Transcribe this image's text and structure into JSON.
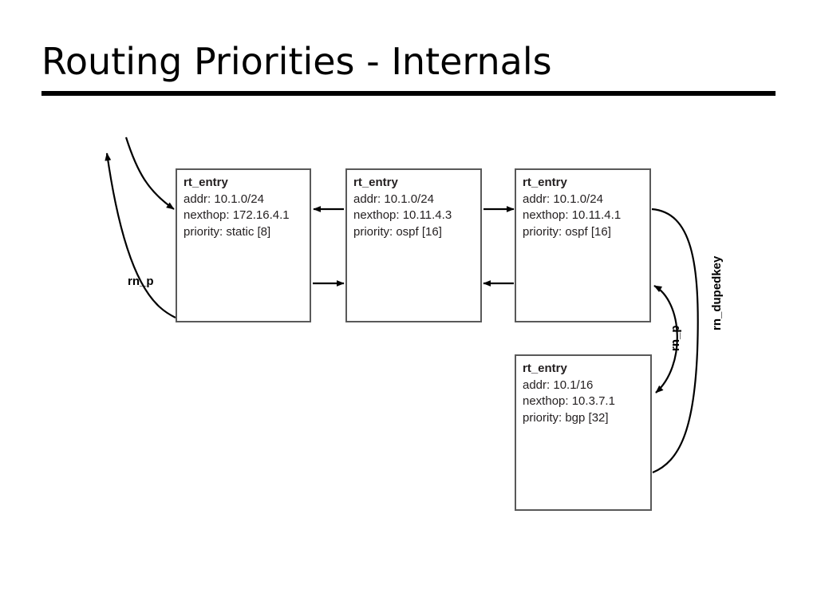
{
  "slide": {
    "title": "Routing Priorities - Internals",
    "background_color": "#ffffff",
    "text_color": "#000000",
    "rule_color": "#000000"
  },
  "diagram": {
    "type": "linked-list-node-diagram",
    "box_border_color": "#595959",
    "box_fill_color": "#ffffff",
    "nodes": [
      {
        "id": "node1",
        "title": "rt_entry",
        "fields": [
          "addr: 10.1.0/24",
          "nexthop: 172.16.4.1",
          "priority: static [8]"
        ]
      },
      {
        "id": "node2",
        "title": "rt_entry",
        "fields": [
          "addr: 10.1.0/24",
          "nexthop: 10.11.4.3",
          "priority: ospf [16]"
        ]
      },
      {
        "id": "node3",
        "title": "rt_entry",
        "fields": [
          "addr: 10.1.0/24",
          "nexthop: 10.11.4.1",
          "priority: ospf [16]"
        ]
      },
      {
        "id": "node4",
        "title": "rt_entry",
        "fields": [
          "addr: 10.1/16",
          "nexthop: 10.3.7.1",
          "priority: bgp [32]"
        ]
      }
    ],
    "edge_labels": {
      "left_rn_p": "rn_p",
      "right_rn_p": "rn_p",
      "rn_dupedkey": "rn_dupedkey"
    }
  }
}
